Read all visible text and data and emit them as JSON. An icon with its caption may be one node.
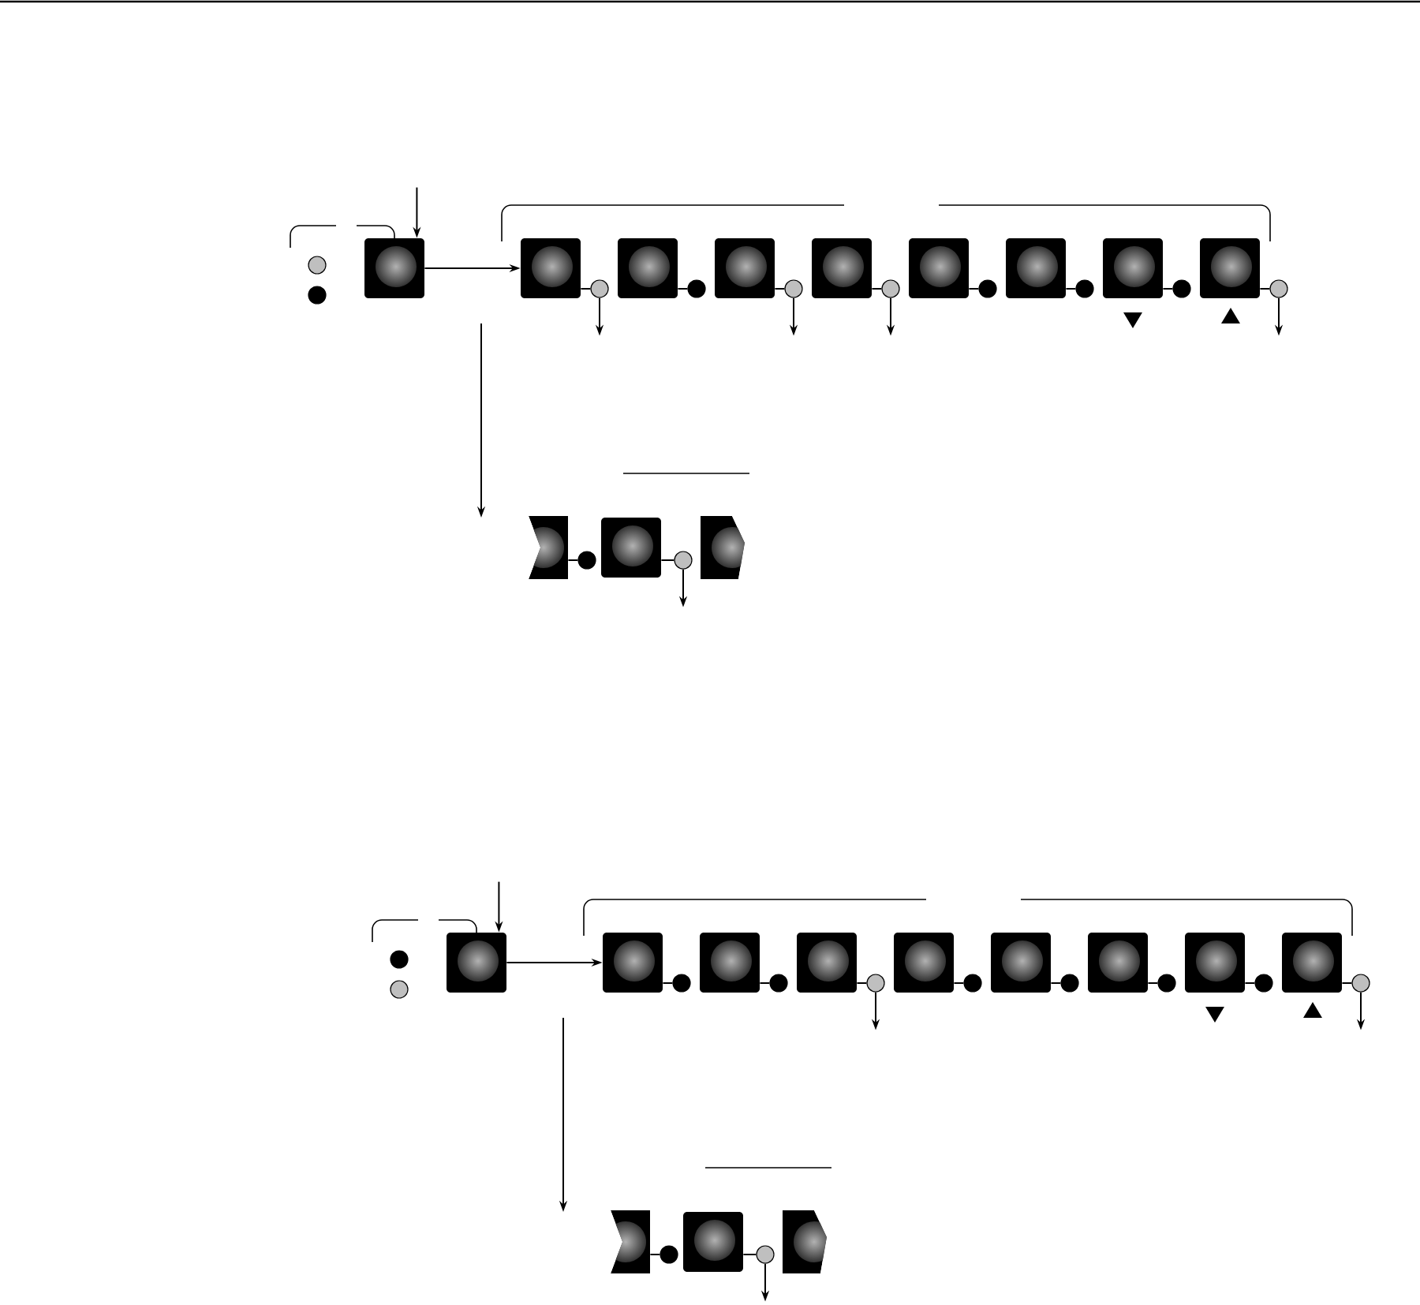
{
  "diagram": {
    "nodes": [
      {
        "text": [],
        "shape": "circle"
      },
      {
        "text": [],
        "shape": "circle"
      },
      {
        "text": [],
        "shape": "box"
      },
      {
        "text": [],
        "shape": "box"
      },
      {
        "text": [],
        "shape": "circle"
      },
      {
        "text": [],
        "shape": "box"
      },
      {
        "text": [],
        "shape": "circle"
      },
      {
        "text": [],
        "shape": "box"
      },
      {
        "text": [],
        "shape": "circle"
      },
      {
        "text": [],
        "shape": "box"
      },
      {
        "text": [],
        "shape": "circle"
      },
      {
        "text": [],
        "shape": "box"
      },
      {
        "text": [],
        "shape": "circle"
      },
      {
        "text": [],
        "shape": "box"
      },
      {
        "text": [],
        "shape": "circle"
      },
      {
        "text": [],
        "shape": "box"
      },
      {
        "text": [],
        "shape": "circle"
      },
      {
        "text": [],
        "shape": "box"
      },
      {
        "text": [],
        "shape": "circle"
      },
      {
        "text": [],
        "shape": "box"
      },
      {
        "text": [],
        "shape": "circle"
      },
      {
        "text": [],
        "shape": "box"
      },
      {
        "text": [],
        "shape": "circle"
      },
      {
        "text": [],
        "shape": "box"
      },
      {
        "text": [],
        "shape": "circle"
      },
      {
        "text": [],
        "shape": "circle"
      },
      {
        "text": [],
        "shape": "box"
      },
      {
        "text": [],
        "shape": "box"
      },
      {
        "text": [],
        "shape": "circle"
      },
      {
        "text": [],
        "shape": "box"
      },
      {
        "text": [],
        "shape": "circle"
      },
      {
        "text": [],
        "shape": "box"
      },
      {
        "text": [],
        "shape": "circle"
      },
      {
        "text": [],
        "shape": "box"
      },
      {
        "text": [],
        "shape": "circle"
      },
      {
        "text": [],
        "shape": "box"
      },
      {
        "text": [],
        "shape": "circle"
      },
      {
        "text": [],
        "shape": "box"
      },
      {
        "text": [],
        "shape": "circle"
      },
      {
        "text": [],
        "shape": "box"
      },
      {
        "text": [],
        "shape": "circle"
      },
      {
        "text": [],
        "shape": "box"
      },
      {
        "text": [],
        "shape": "circle"
      },
      {
        "text": [],
        "shape": "box"
      },
      {
        "text": [],
        "shape": "circle"
      },
      {
        "text": [],
        "shape": "box"
      },
      {
        "text": [],
        "shape": "circle"
      },
      {
        "text": [],
        "shape": "box"
      }
    ],
    "edges": [
      {
        "from": null,
        "to": 2,
        "arrow": "to"
      },
      {
        "from": 2,
        "to": 3,
        "arrow": "to"
      },
      {
        "from": 3,
        "to": 4,
        "arrow": "none"
      },
      {
        "from": 5,
        "to": 6,
        "arrow": "none"
      },
      {
        "from": 7,
        "to": 8,
        "arrow": "none"
      },
      {
        "from": 9,
        "to": 10,
        "arrow": "none"
      },
      {
        "from": 11,
        "to": 12,
        "arrow": "none"
      },
      {
        "from": 13,
        "to": 14,
        "arrow": "none"
      },
      {
        "from": 15,
        "to": 16,
        "arrow": "none"
      },
      {
        "from": 17,
        "to": 18,
        "arrow": "none"
      },
      {
        "from": 19,
        "to": 20,
        "arrow": "none"
      },
      {
        "from": 21,
        "to": 22,
        "arrow": "none"
      },
      {
        "from": 4,
        "to": null,
        "arrow": "to"
      },
      {
        "from": 8,
        "to": null,
        "arrow": "to"
      },
      {
        "from": 10,
        "to": null,
        "arrow": "to"
      },
      {
        "from": 18,
        "to": null,
        "arrow": "to"
      },
      {
        "from": 22,
        "to": null,
        "arrow": "to"
      },
      {
        "from": null,
        "to": 26,
        "arrow": "to"
      },
      {
        "from": 26,
        "to": 27,
        "arrow": "to"
      },
      {
        "from": 27,
        "to": 28,
        "arrow": "none"
      },
      {
        "from": 29,
        "to": 30,
        "arrow": "none"
      },
      {
        "from": 31,
        "to": 32,
        "arrow": "none"
      },
      {
        "from": 33,
        "to": 34,
        "arrow": "none"
      },
      {
        "from": 35,
        "to": 36,
        "arrow": "none"
      },
      {
        "from": 37,
        "to": 38,
        "arrow": "none"
      },
      {
        "from": 39,
        "to": 40,
        "arrow": "none"
      },
      {
        "from": 41,
        "to": 42,
        "arrow": "none"
      },
      {
        "from": 43,
        "to": 44,
        "arrow": "none"
      },
      {
        "from": 45,
        "to": 46,
        "arrow": "none"
      },
      {
        "from": 32,
        "to": null,
        "arrow": "to"
      },
      {
        "from": 42,
        "to": null,
        "arrow": "to"
      },
      {
        "from": 46,
        "to": null,
        "arrow": "to"
      }
    ]
  }
}
